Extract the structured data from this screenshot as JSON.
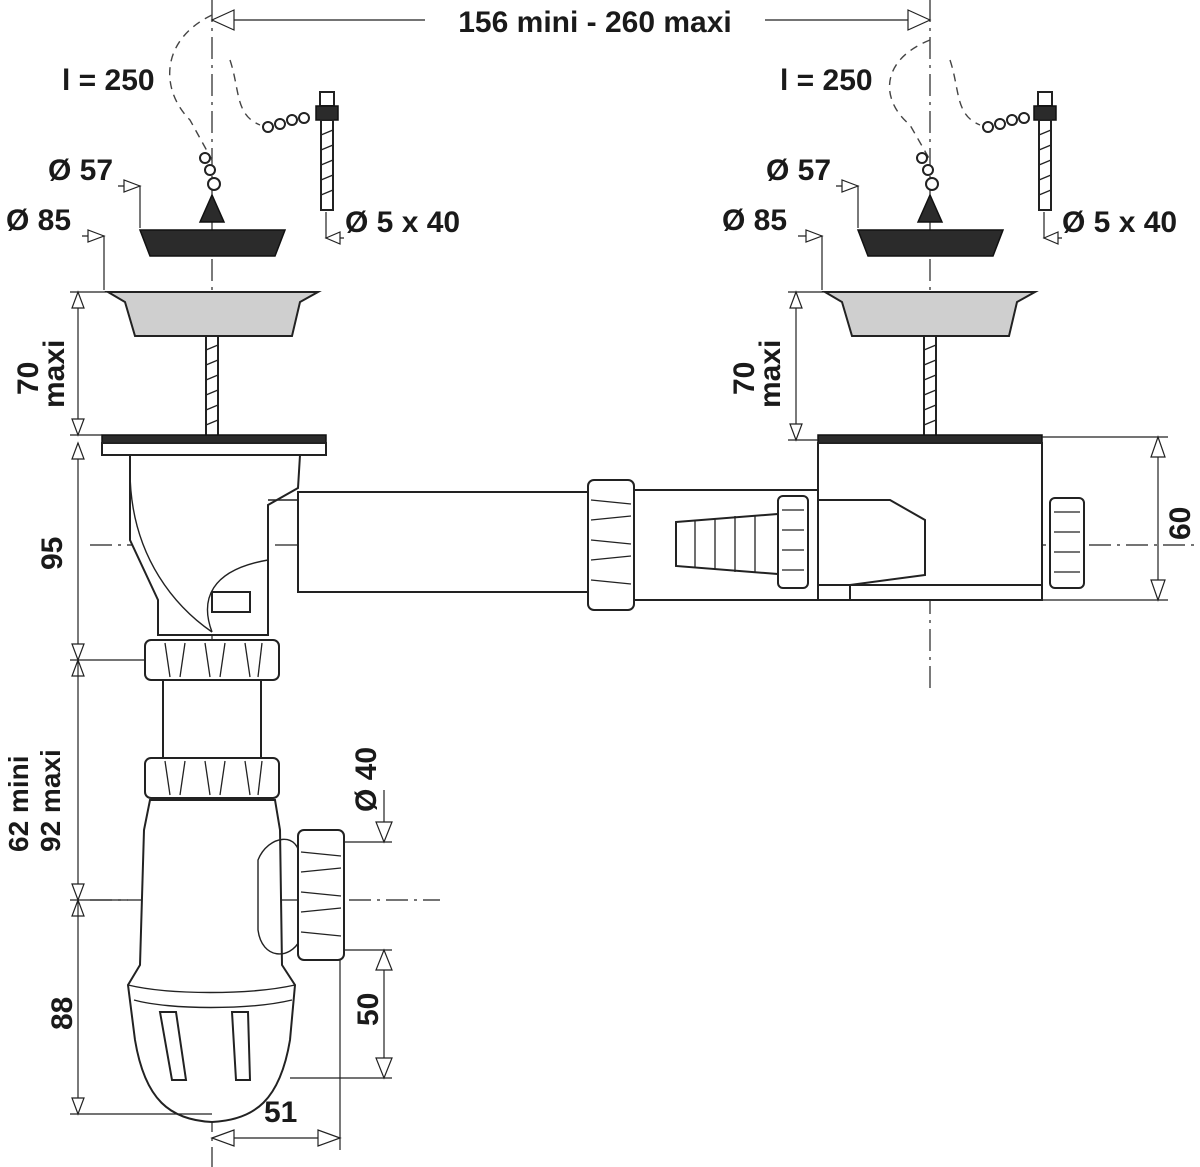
{
  "dimensions": {
    "spacing": "156 mini - 260 maxi",
    "chain_length_left": "l = 250",
    "chain_length_right": "l = 250",
    "stopper_diameter_left": "Ø 57",
    "stopper_diameter_right": "Ø 57",
    "flange_diameter_left": "Ø 85",
    "flange_diameter_right": "Ø 85",
    "screw_left": "Ø 5 x 40",
    "screw_right": "Ø 5 x 40",
    "max_thickness_left_num": "70",
    "max_thickness_left_word": "maxi",
    "max_thickness_right_num": "70",
    "max_thickness_right_word": "maxi",
    "body_height": "95",
    "overflow_height": "60",
    "tube_adjust_min": "62 mini",
    "tube_adjust_max": "92 maxi",
    "outlet_diameter": "Ø 40",
    "trap_height": "88",
    "outlet_rise": "50",
    "outlet_offset": "51"
  }
}
